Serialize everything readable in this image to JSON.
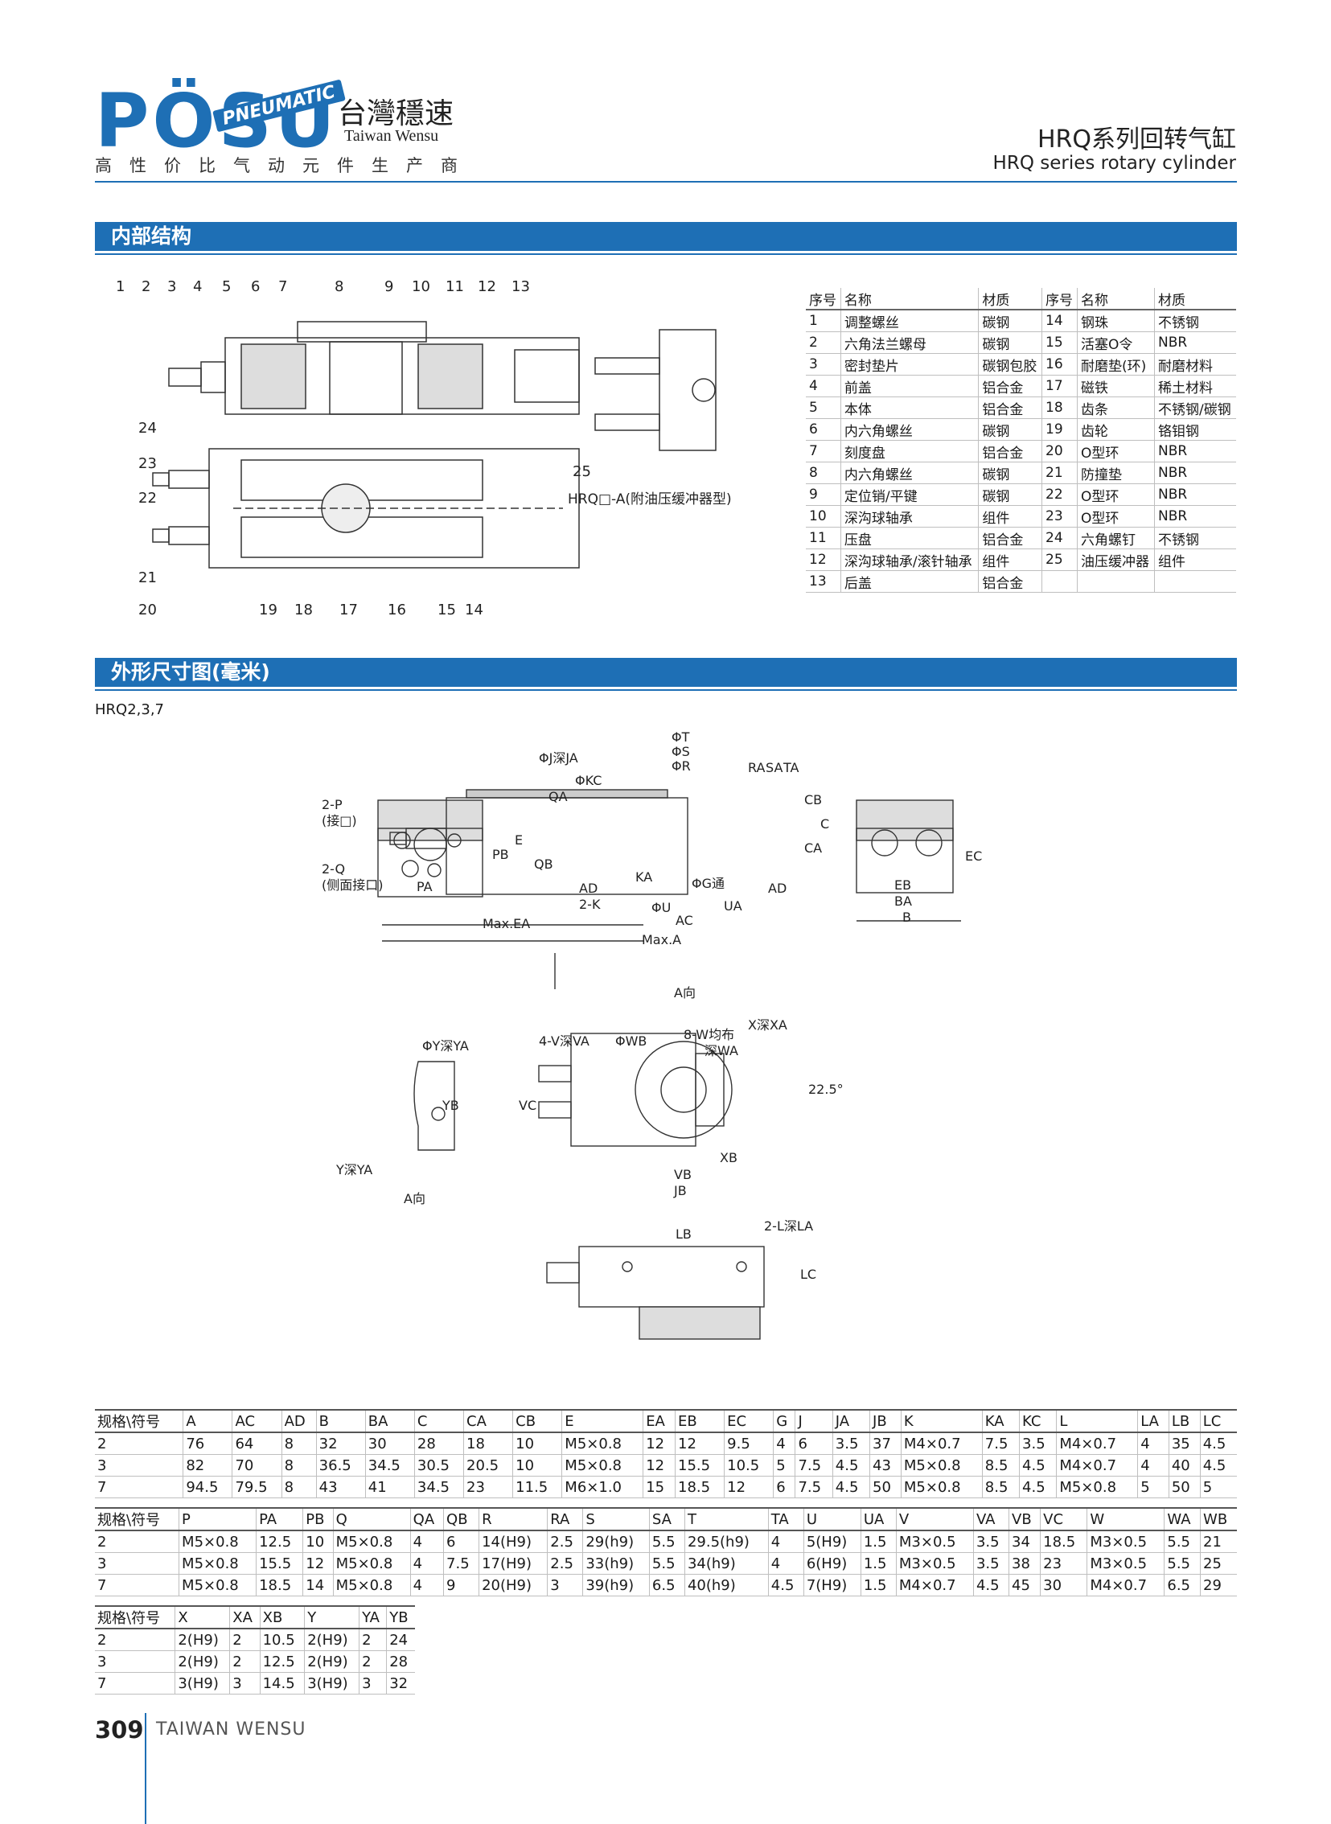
{
  "header": {
    "logo_text": "PÖSU",
    "logo_arc": "PNEUMATIC",
    "brand_cn": "台灣穩速",
    "brand_en": "Taiwan Wensu",
    "tagline": "高性价比气动元件生产商",
    "title_cn": "HRQ系列回转气缸",
    "title_en": "HRQ series rotary cylinder",
    "brand_color": "#1e6fb5"
  },
  "sections": {
    "internal": "内部结构",
    "dimensions": "外形尺寸图(毫米)"
  },
  "internal_drawing": {
    "callouts_top": [
      "1",
      "2",
      "3",
      "4",
      "5",
      "6",
      "7",
      "8",
      "9",
      "10",
      "11",
      "12",
      "13"
    ],
    "callouts_left": [
      "24",
      "23",
      "22",
      "21",
      "20"
    ],
    "callouts_bottom": [
      "19",
      "18",
      "17",
      "16",
      "15",
      "14"
    ],
    "callout_side": "25",
    "variant_label": "HRQ□-A(附油压缓冲器型)"
  },
  "parts_table": {
    "headers": [
      "序号",
      "名称",
      "材质",
      "序号",
      "名称",
      "材质"
    ],
    "rows": [
      [
        "1",
        "调整螺丝",
        "碳钢",
        "14",
        "钢珠",
        "不锈钢"
      ],
      [
        "2",
        "六角法兰螺母",
        "碳钢",
        "15",
        "活塞O令",
        "NBR"
      ],
      [
        "3",
        "密封垫片",
        "碳钢包胶",
        "16",
        "耐磨垫(环)",
        "耐磨材料"
      ],
      [
        "4",
        "前盖",
        "铝合金",
        "17",
        "磁铁",
        "稀土材料"
      ],
      [
        "5",
        "本体",
        "铝合金",
        "18",
        "齿条",
        "不锈钢/碳钢"
      ],
      [
        "6",
        "内六角螺丝",
        "碳钢",
        "19",
        "齿轮",
        "铬钼钢"
      ],
      [
        "7",
        "刻度盘",
        "铝合金",
        "20",
        "O型环",
        "NBR"
      ],
      [
        "8",
        "内六角螺丝",
        "碳钢",
        "21",
        "防撞垫",
        "NBR"
      ],
      [
        "9",
        "定位销/平键",
        "碳钢",
        "22",
        "O型环",
        "NBR"
      ],
      [
        "10",
        "深沟球轴承",
        "组件",
        "23",
        "O型环",
        "NBR"
      ],
      [
        "11",
        "压盘",
        "铝合金",
        "24",
        "六角螺钉",
        "不锈钢"
      ],
      [
        "12",
        "深沟球轴承/滚针轴承",
        "组件",
        "25",
        "油压缓冲器",
        "组件"
      ],
      [
        "13",
        "后盖",
        "铝合金",
        "",
        "",
        ""
      ]
    ]
  },
  "dim_drawing": {
    "model_label": "HRQ2,3,7",
    "labels": {
      "p2": "2-P",
      "p2_note": "(接□)",
      "q2": "2-Q",
      "q2_note": "(侧面接口)",
      "PA": "PA",
      "PB": "PB",
      "E": "E",
      "QB": "QB",
      "QA": "QA",
      "phiJ": "ΦJ深JA",
      "phiKC": "ΦKC",
      "phiT": "ΦT",
      "phiS": "ΦS",
      "phiR": "ΦR",
      "RA": "RA",
      "SA": "SA",
      "TA": "TA",
      "CB": "CB",
      "CA": "CA",
      "C": "C",
      "AD": "AD",
      "K2": "2-K",
      "KA": "KA",
      "phiU": "ΦU",
      "phiG": "ΦG通",
      "UA": "UA",
      "AC": "AC",
      "maxEA": "Max.EA",
      "maxA": "Max.A",
      "dirA": "A向",
      "EB": "EB",
      "BA": "BA",
      "B": "B",
      "EC": "EC",
      "phiY": "ΦY深YA",
      "YB": "YB",
      "Ydepth": "Y深YA",
      "dirA2": "A向",
      "V4": "4-V深VA",
      "phiWB": "ΦWB",
      "W8": "8-W均布",
      "WA": "深WA",
      "X": "X深XA",
      "angle": "22.5°",
      "VC": "VC",
      "VB": "VB",
      "JB": "JB",
      "XB": "XB",
      "LB": "LB",
      "L2": "2-L深LA",
      "LC": "LC"
    }
  },
  "spec_table_1": {
    "headers": [
      "规格\\符号",
      "A",
      "AC",
      "AD",
      "B",
      "BA",
      "C",
      "CA",
      "CB",
      "E",
      "EA",
      "EB",
      "EC",
      "G",
      "J",
      "JA",
      "JB",
      "K",
      "KA",
      "KC",
      "L",
      "LA",
      "LB",
      "LC"
    ],
    "rows": [
      [
        "2",
        "76",
        "64",
        "8",
        "32",
        "30",
        "28",
        "18",
        "10",
        "M5×0.8",
        "12",
        "12",
        "9.5",
        "4",
        "6",
        "3.5",
        "37",
        "M4×0.7",
        "7.5",
        "3.5",
        "M4×0.7",
        "4",
        "35",
        "4.5"
      ],
      [
        "3",
        "82",
        "70",
        "8",
        "36.5",
        "34.5",
        "30.5",
        "20.5",
        "10",
        "M5×0.8",
        "12",
        "15.5",
        "10.5",
        "5",
        "7.5",
        "4.5",
        "43",
        "M5×0.8",
        "8.5",
        "4.5",
        "M4×0.7",
        "4",
        "40",
        "4.5"
      ],
      [
        "7",
        "94.5",
        "79.5",
        "8",
        "43",
        "41",
        "34.5",
        "23",
        "11.5",
        "M6×1.0",
        "15",
        "18.5",
        "12",
        "6",
        "7.5",
        "4.5",
        "50",
        "M5×0.8",
        "8.5",
        "4.5",
        "M5×0.8",
        "5",
        "50",
        "5"
      ]
    ]
  },
  "spec_table_2": {
    "headers": [
      "规格\\符号",
      "P",
      "PA",
      "PB",
      "Q",
      "QA",
      "QB",
      "R",
      "RA",
      "S",
      "SA",
      "T",
      "TA",
      "U",
      "UA",
      "V",
      "VA",
      "VB",
      "VC",
      "W",
      "WA",
      "WB"
    ],
    "rows": [
      [
        "2",
        "M5×0.8",
        "12.5",
        "10",
        "M5×0.8",
        "4",
        "6",
        "14(H9)",
        "2.5",
        "29(h9)",
        "5.5",
        "29.5(h9)",
        "4",
        "5(H9)",
        "1.5",
        "M3×0.5",
        "3.5",
        "34",
        "18.5",
        "M3×0.5",
        "5.5",
        "21"
      ],
      [
        "3",
        "M5×0.8",
        "15.5",
        "12",
        "M5×0.8",
        "4",
        "7.5",
        "17(H9)",
        "2.5",
        "33(h9)",
        "5.5",
        "34(h9)",
        "4",
        "6(H9)",
        "1.5",
        "M3×0.5",
        "3.5",
        "38",
        "23",
        "M3×0.5",
        "5.5",
        "25"
      ],
      [
        "7",
        "M5×0.8",
        "18.5",
        "14",
        "M5×0.8",
        "4",
        "9",
        "20(H9)",
        "3",
        "39(h9)",
        "6.5",
        "40(h9)",
        "4.5",
        "7(H9)",
        "1.5",
        "M4×0.7",
        "4.5",
        "45",
        "30",
        "M4×0.7",
        "6.5",
        "29"
      ]
    ]
  },
  "spec_table_3": {
    "headers": [
      "规格\\符号",
      "X",
      "XA",
      "XB",
      "Y",
      "YA",
      "YB"
    ],
    "rows": [
      [
        "2",
        "2(H9)",
        "2",
        "10.5",
        "2(H9)",
        "2",
        "24"
      ],
      [
        "3",
        "2(H9)",
        "2",
        "12.5",
        "2(H9)",
        "2",
        "28"
      ],
      [
        "7",
        "3(H9)",
        "3",
        "14.5",
        "3(H9)",
        "3",
        "32"
      ]
    ]
  },
  "footer": {
    "page": "309",
    "brand": "TAIWAN WENSU"
  }
}
